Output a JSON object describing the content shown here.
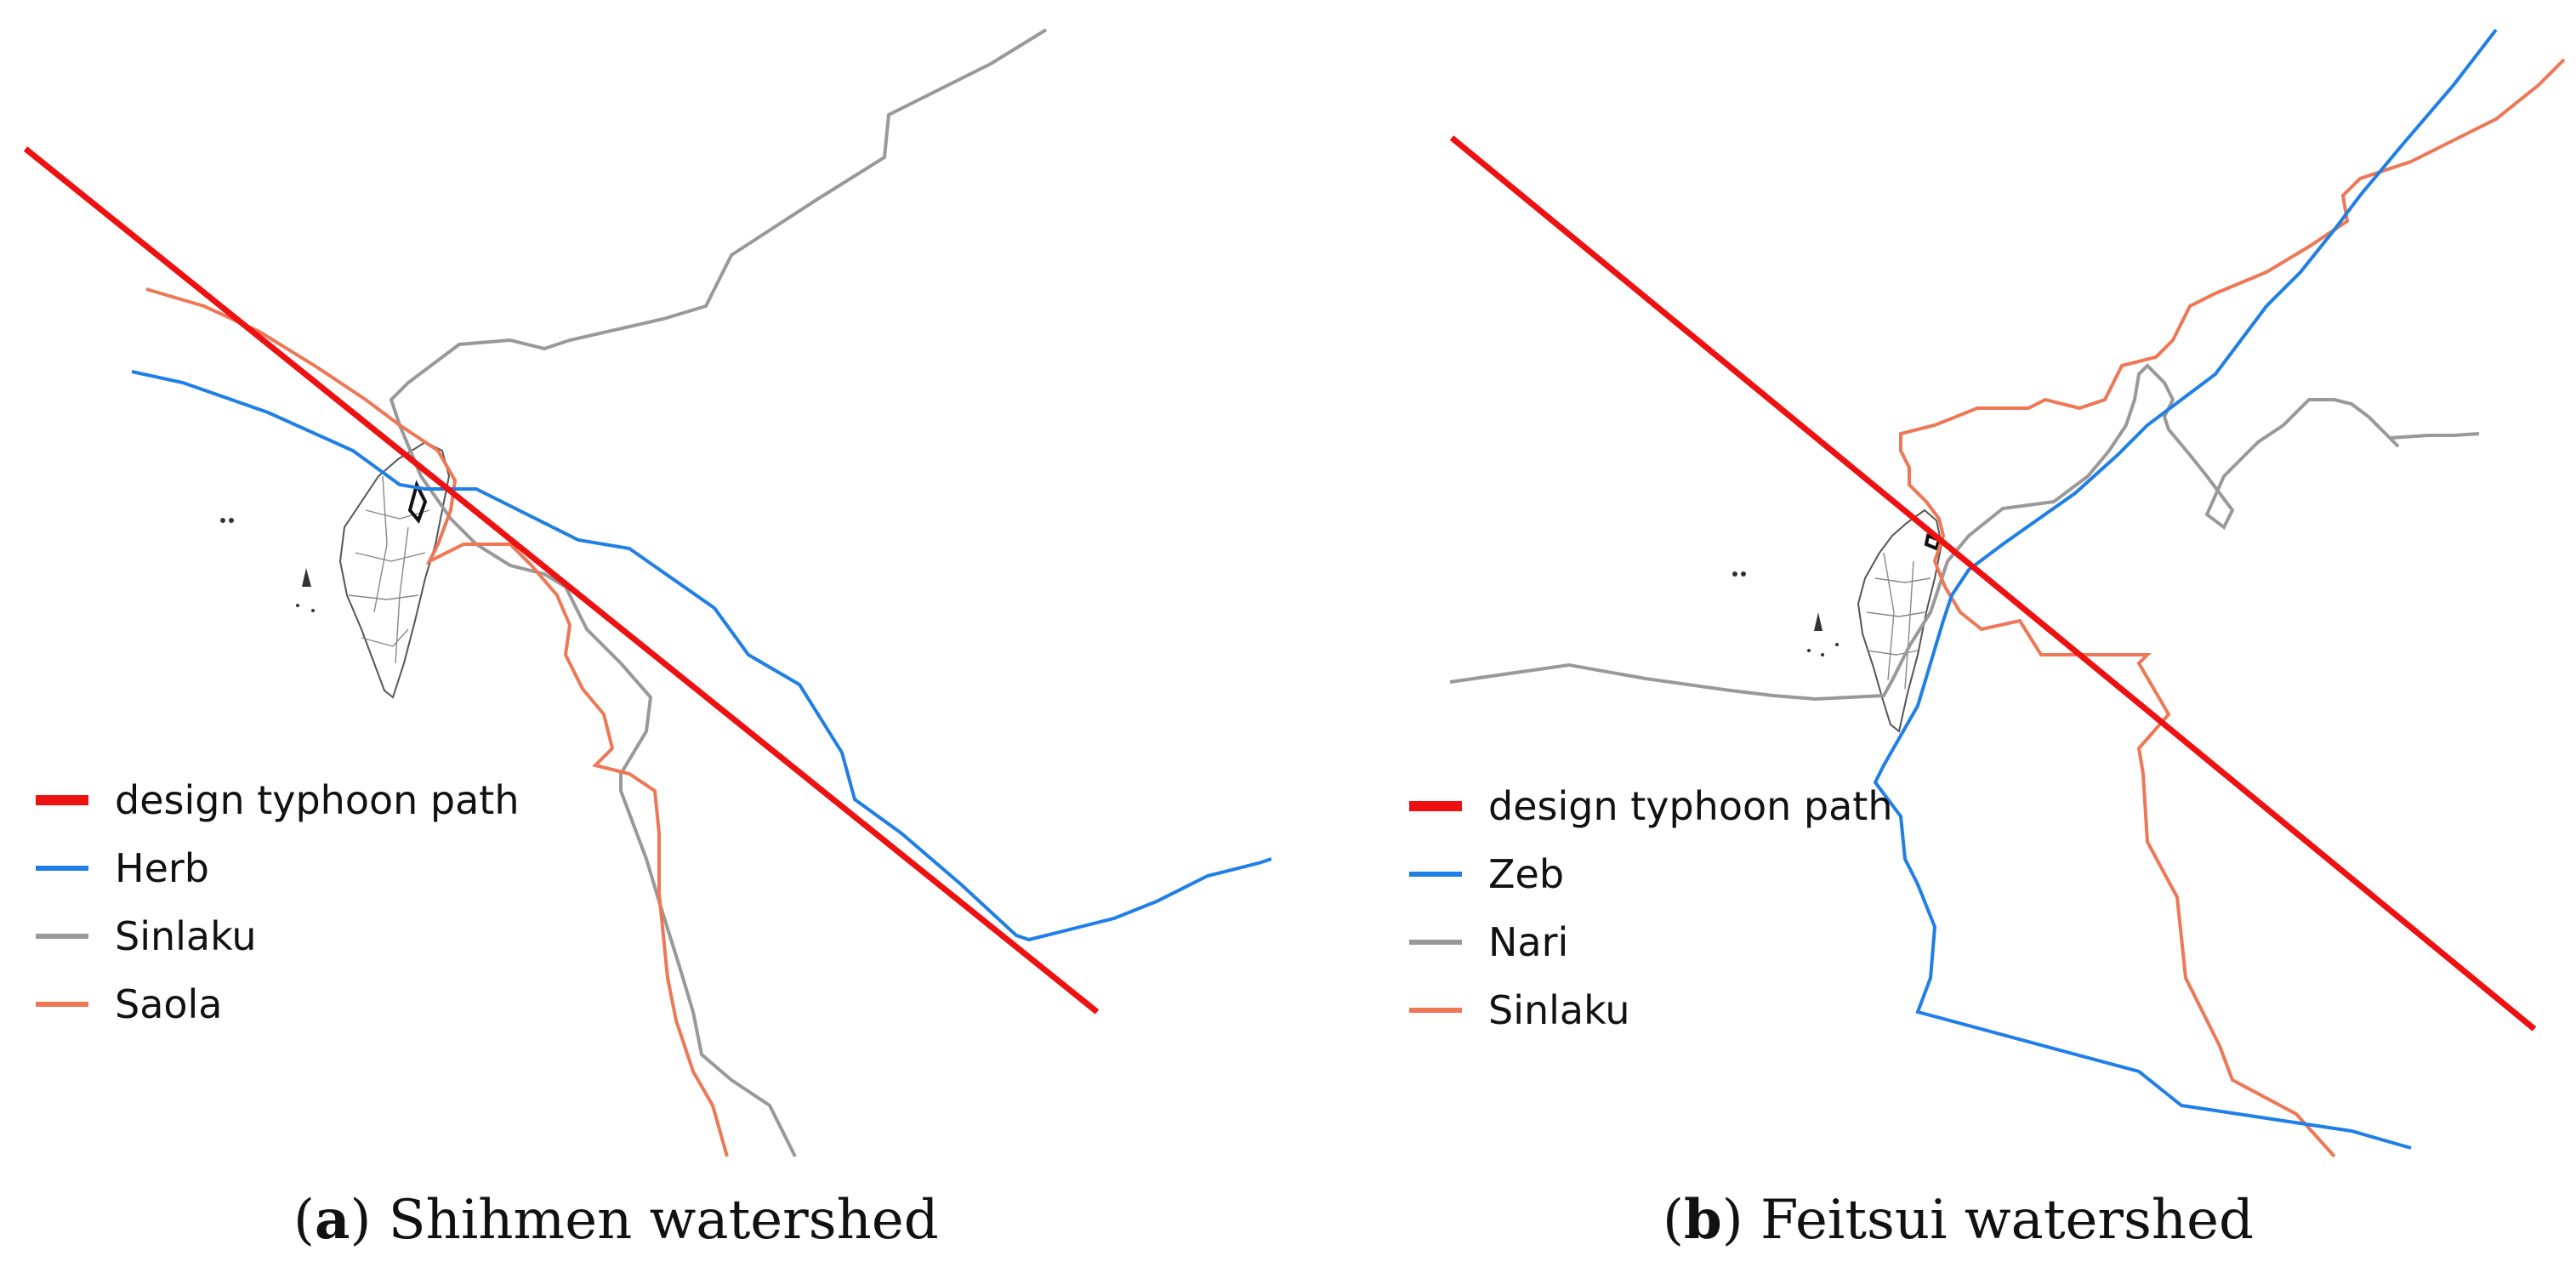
{
  "colors": {
    "design": "#ee1111",
    "blue": "#1f7fe6",
    "gray": "#999999",
    "orange": "#ee7755",
    "outline": "#555555"
  },
  "panels": [
    {
      "id": "a",
      "caption_letter": "a",
      "caption_text": "Shihmen watershed",
      "legend": [
        {
          "label": "design typhoon path",
          "color": "#ee1111",
          "thick": true
        },
        {
          "label": "Herb",
          "color": "#1f7fe6",
          "thick": false
        },
        {
          "label": "Sinlaku",
          "color": "#999999",
          "thick": false
        },
        {
          "label": "Saola",
          "color": "#ee7755",
          "thick": false
        }
      ]
    },
    {
      "id": "b",
      "caption_letter": "b",
      "caption_text": "Feitsui watershed",
      "legend": [
        {
          "label": "design typhoon path",
          "color": "#ee1111",
          "thick": true
        },
        {
          "label": "Zeb",
          "color": "#1f7fe6",
          "thick": false
        },
        {
          "label": "Nari",
          "color": "#999999",
          "thick": false
        },
        {
          "label": "Sinlaku",
          "color": "#ee7755",
          "thick": false
        }
      ]
    }
  ]
}
